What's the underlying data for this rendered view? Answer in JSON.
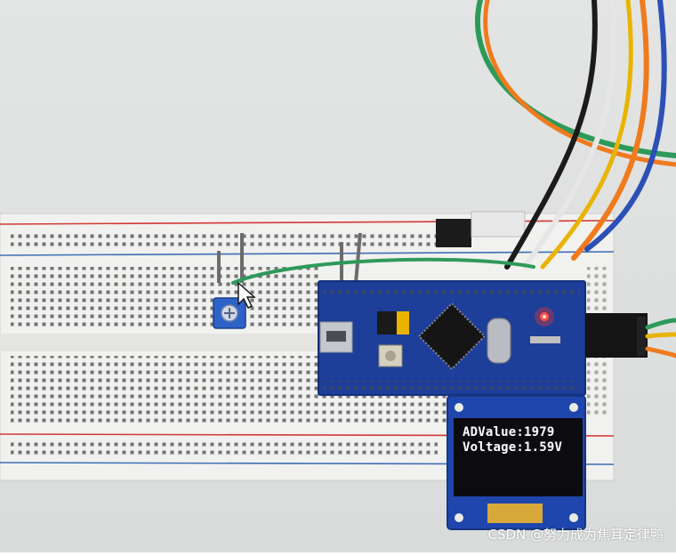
{
  "oled": {
    "line1_label": "ADValue:",
    "line1_value": "1979",
    "line2_label": "Voltage:",
    "line2_value": "1.59V"
  },
  "watermark": "CSDN @努力成为焦耳定律鸭",
  "colors": {
    "background": "#e9ebea",
    "breadboard": "#f1f1ef",
    "rail_red": "#d23a35",
    "rail_blue": "#3f6fb5",
    "board_blue": "#1d3f9a",
    "oled_black": "#0c0c10",
    "led_red": "#ff3322",
    "wire_green": "#2e9a5a",
    "wire_orange": "#f07a1e",
    "wire_blue": "#2c4fb8",
    "wire_black": "#1b1b1b",
    "wire_white": "#e6e6e6",
    "wire_yellow": "#e9b400"
  }
}
